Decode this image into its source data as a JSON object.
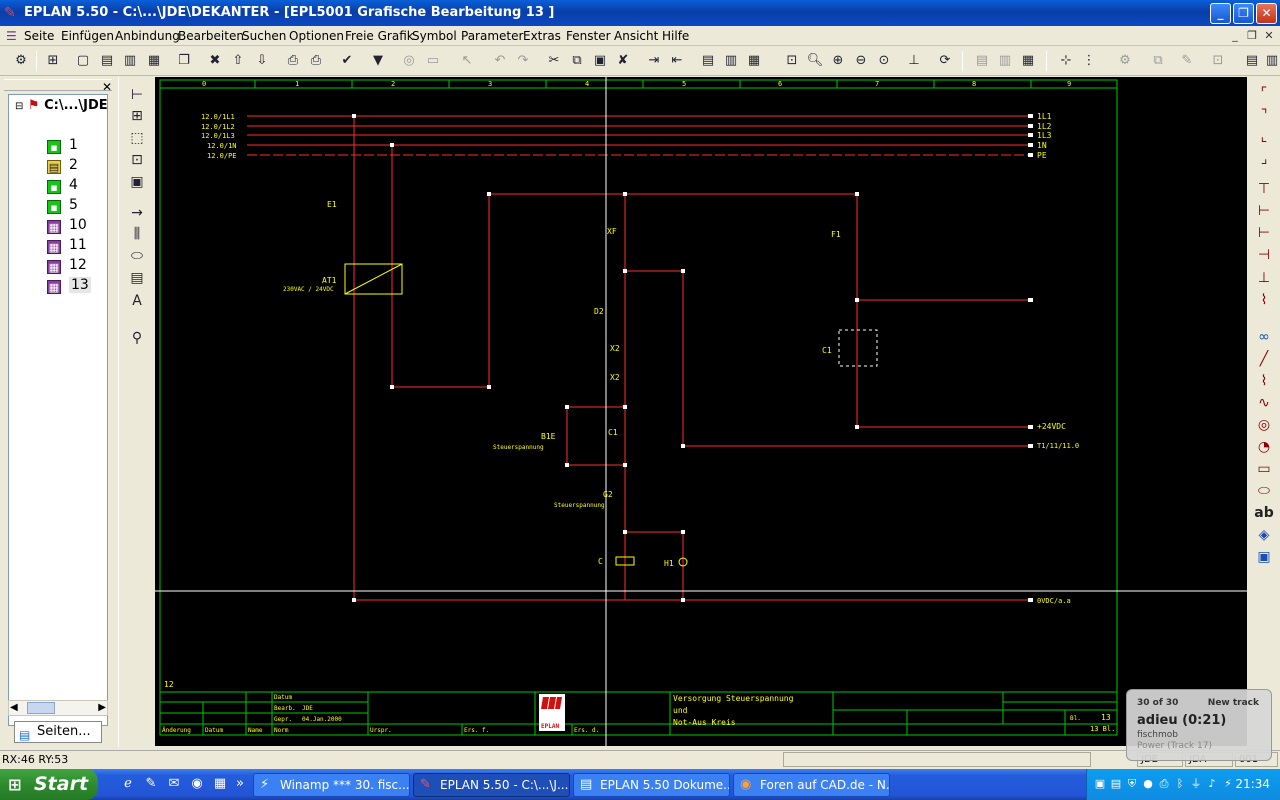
{
  "window": {
    "title": "EPLAN 5.50 - C:\\...\\JDE\\DEKANTER - [EPL5001 Grafische Bearbeitung 13   ]"
  },
  "menu": [
    "Seite",
    "Einfügen",
    "Anbindung",
    "Bearbeiten",
    "Suchen",
    "Optionen",
    "Freie Grafik",
    "Symbol",
    "Parameter",
    "Extras",
    "Fenster",
    "Ansicht",
    "Hilfe"
  ],
  "tree": {
    "root": "C:\\...\\JDE",
    "pages": [
      {
        "label": "1",
        "icon": "page-green-icon"
      },
      {
        "label": "2",
        "icon": "page-yellow-icon"
      },
      {
        "label": "4",
        "icon": "page-green-icon"
      },
      {
        "label": "5",
        "icon": "page-green-icon"
      },
      {
        "label": "10",
        "icon": "page-purple-icon"
      },
      {
        "label": "11",
        "icon": "page-purple-icon"
      },
      {
        "label": "12",
        "icon": "page-purple-icon"
      },
      {
        "label": "13",
        "icon": "page-purple-icon",
        "selected": true
      }
    ],
    "tab_label": "Seiten..."
  },
  "drawing": {
    "column_numbers": [
      "0",
      "1",
      "2",
      "3",
      "4",
      "5",
      "6",
      "7",
      "8",
      "9"
    ],
    "left_rail_labels": [
      "12.0/1L1",
      "12.0/1L2",
      "12.0/1L3",
      "12.0/1N",
      "12.0/PE"
    ],
    "right_rail_labels": [
      "1L1",
      "1L2",
      "1L3",
      "1N",
      "PE"
    ],
    "right_outputs": [
      "+24VDC",
      "T1/11/11.0",
      "0VDC/a.a"
    ],
    "components": {
      "E1": "E1",
      "AT1": "AT1",
      "AT1_spec": "230VAC / 24VDC",
      "XF": "XF",
      "F1": "F1",
      "C1_right": "C1",
      "D2": "D2",
      "X2_1": "X2",
      "X2_2": "X2",
      "B1E": "B1E",
      "C1_mid": "C1",
      "G2": "G2",
      "H1": "H1",
      "C_coil": "C",
      "B1E_text": "Steuerspannung",
      "G2_text": "Steuerspannung"
    },
    "sheet_prev": "12",
    "titleblock": {
      "datum_label": "Datum",
      "bearb_label": "Bearb.",
      "bearb_value": "JDE",
      "gepr_label": "Gepr.",
      "gepr_date": "04.Jan.2000",
      "aenderung": "Änderung",
      "datum2": "Datum",
      "name": "Name",
      "norm": "Norm",
      "urspr": "Urspr.",
      "ers_f": "Ers. f.",
      "ers_d": "Ers. d.",
      "logo_text": "EPLAN",
      "description": [
        "Versorgung Steuerspannung",
        "und",
        "Not-Aus Kreis"
      ],
      "sheet_label": "Bl.",
      "sheet_no": "13",
      "sheets_total": "13 Bl."
    }
  },
  "status": {
    "coords": "RX:46 RY:53",
    "fields": [
      "JDE",
      "JDA",
      "001"
    ]
  },
  "taskbar": {
    "start": "Start",
    "tasks": [
      {
        "label": "Winamp *** 30. fisc...",
        "icon": "winamp-icon"
      },
      {
        "label": "EPLAN 5.50 - C:\\...\\J...",
        "icon": "eplan-icon",
        "active": true
      },
      {
        "label": "EPLAN 5.50  Dokume...",
        "icon": "book-icon"
      },
      {
        "label": "Foren auf CAD.de - N...",
        "icon": "firefox-icon"
      }
    ],
    "clock": "21:34"
  },
  "winamp_popup": {
    "count": "30 of 30",
    "new_track": "New track",
    "title": "adieu (0:21)",
    "artist": "fischmob",
    "album": "Power (Track 17)"
  },
  "colors": {
    "canvas_bg": "#000000",
    "wire": "#ff2b2b",
    "frame": "#00c800",
    "label": "#ffff00",
    "crosshair": "#ffffff"
  }
}
